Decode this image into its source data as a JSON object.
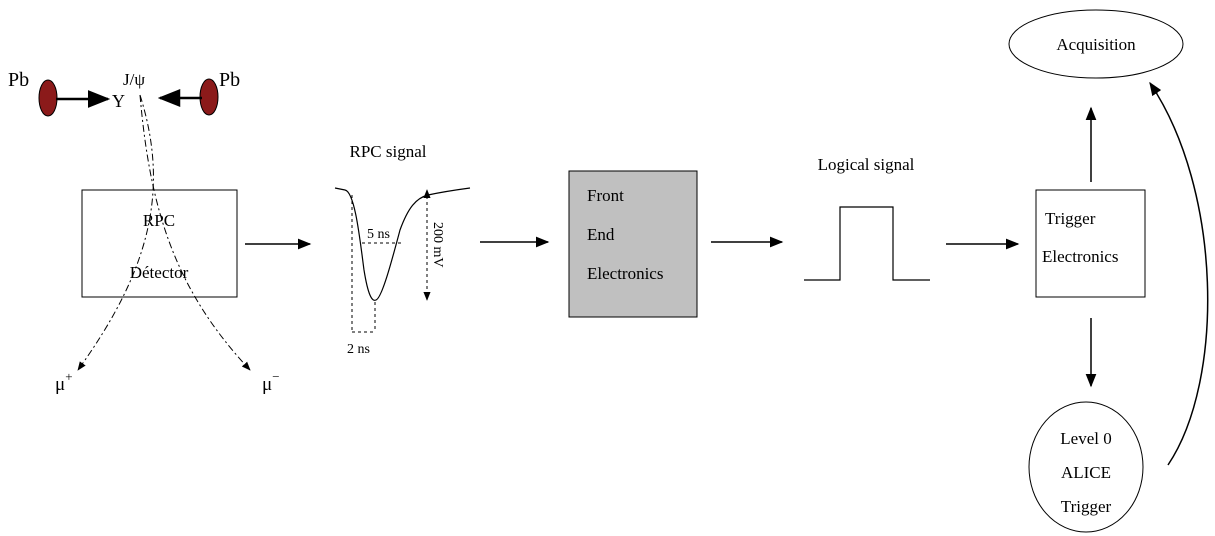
{
  "colors": {
    "stroke": "#000000",
    "lead_ion_fill": "#8b1a1a",
    "front_end_fill": "#c0c0c0",
    "background": "#ffffff"
  },
  "collision": {
    "left_ion": "Pb",
    "right_ion": "Pb",
    "particles": "J/ψ",
    "upsilon": "Υ",
    "mu_plus": "μ",
    "mu_plus_sup": "+",
    "mu_minus": "μ",
    "mu_minus_sup": "−"
  },
  "detector": {
    "line1": "RPC",
    "line2": "Détector"
  },
  "rpc_signal": {
    "title": "RPC signal",
    "width_label": "5 ns",
    "rise_label": "2 ns",
    "amplitude_label": "200 mV"
  },
  "front_end": {
    "line1": "Front",
    "line2": "End",
    "line3": "Electronics"
  },
  "logical_signal": {
    "title": "Logical signal"
  },
  "trigger_electronics": {
    "line1": "Trigger",
    "line2": "Electronics"
  },
  "acquisition": {
    "label": "Acquisition"
  },
  "level0": {
    "line1": "Level 0",
    "line2": "ALICE",
    "line3": "Trigger"
  }
}
